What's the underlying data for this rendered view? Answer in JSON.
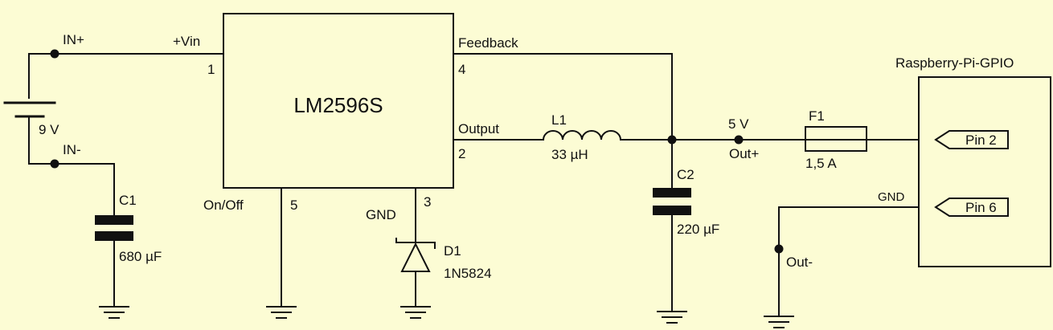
{
  "ic": {
    "name": "LM2596S",
    "pin_vin": "+Vin",
    "pin_vin_num": "1",
    "pin_feedback": "Feedback",
    "pin_feedback_num": "4",
    "pin_output": "Output",
    "pin_output_num": "2",
    "pin_onoff": "On/Off",
    "pin_onoff_num": "5",
    "pin_gnd": "GND",
    "pin_gnd_num": "3"
  },
  "input": {
    "in_plus": "IN+",
    "in_minus": "IN-",
    "battery_voltage": "9 V"
  },
  "c1": {
    "name": "C1",
    "value": "680 µF"
  },
  "d1": {
    "name": "D1",
    "part": "1N5824"
  },
  "l1": {
    "name": "L1",
    "value": "33 µH"
  },
  "c2": {
    "name": "C2",
    "value": "220 µF"
  },
  "output": {
    "voltage": "5 V",
    "out_plus": "Out+",
    "out_minus": "Out-",
    "gnd": "GND"
  },
  "f1": {
    "name": "F1",
    "value": "1,5 A"
  },
  "gpio": {
    "title": "Raspberry-Pi-GPIO",
    "pin2": "Pin 2",
    "pin6": "Pin 6"
  }
}
